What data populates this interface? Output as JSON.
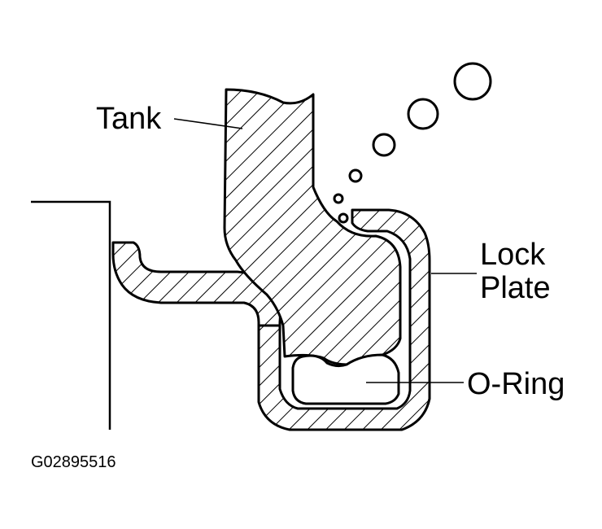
{
  "labels": {
    "tank": "Tank",
    "lock_plate_line1": "Lock",
    "lock_plate_line2": "Plate",
    "o_ring": "O-Ring"
  },
  "figure_id": "G02895516",
  "colors": {
    "line": "#000000",
    "background": "#ffffff"
  }
}
